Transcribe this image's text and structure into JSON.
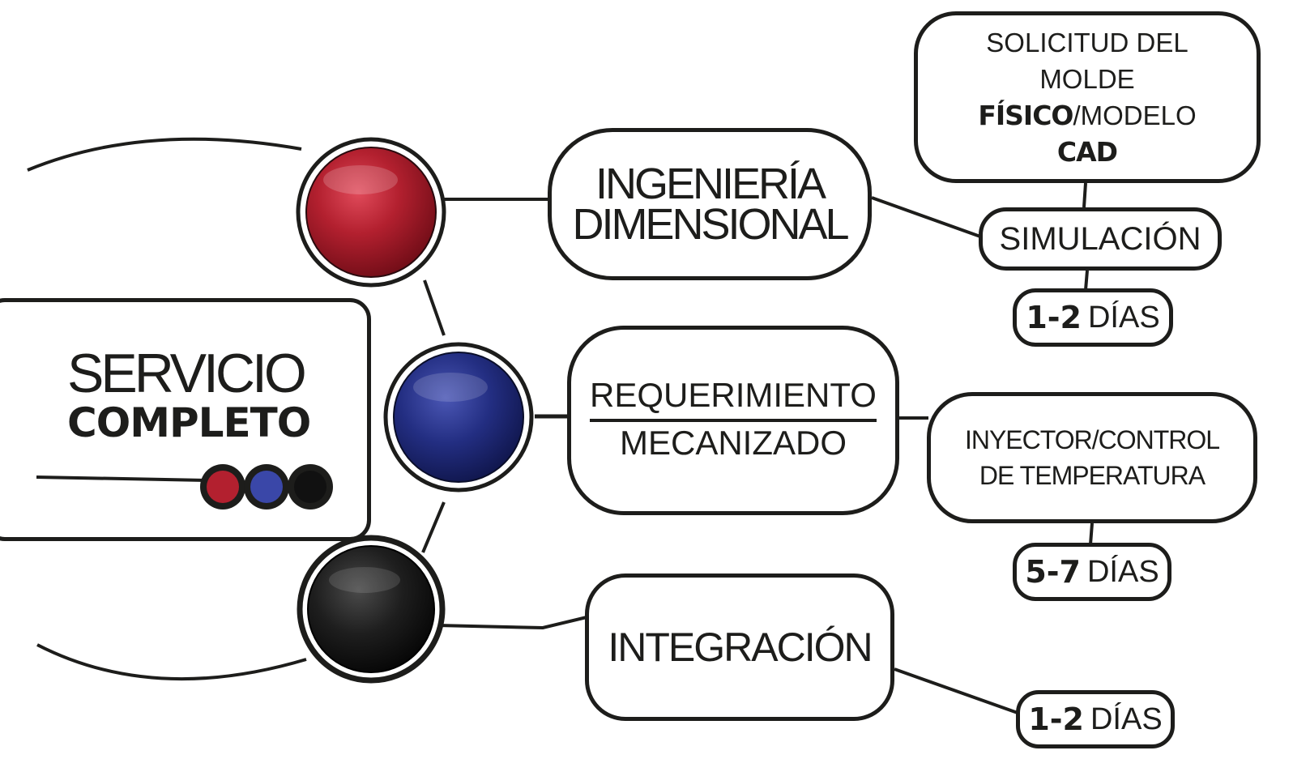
{
  "main": {
    "title_line1": "SERVICIO",
    "title_line2": "COMPLETO"
  },
  "colors": {
    "red": "#b0202f",
    "blue": "#1f2a7a",
    "black": "#1a1a1a",
    "line": "#1d1d1b"
  },
  "branches": {
    "ingenieria": {
      "line1": "INGENIERÍA",
      "line2": "DIMENSIONAL"
    },
    "requerimiento": {
      "top": "REQUERIMIENTO",
      "bottom": "MECANIZADO"
    },
    "integracion": {
      "label": "INTEGRACIÓN"
    }
  },
  "details": {
    "molde": {
      "line1": "SOLICITUD DEL",
      "line2": "MOLDE",
      "line3_bold": "FÍSICO",
      "line3_rest": "/MODELO",
      "line4_bold": "CAD"
    },
    "simulacion": {
      "label": "SIMULACIÓN"
    },
    "inyector": {
      "line1": "INYECTOR/CONTROL",
      "line2": "DE TEMPERATURA"
    }
  },
  "durations": [
    {
      "range": "1-2",
      "unit": "DÍAS"
    },
    {
      "range": "5-7",
      "unit": "DÍAS"
    },
    {
      "range": "1-2",
      "unit": "DÍAS"
    }
  ]
}
